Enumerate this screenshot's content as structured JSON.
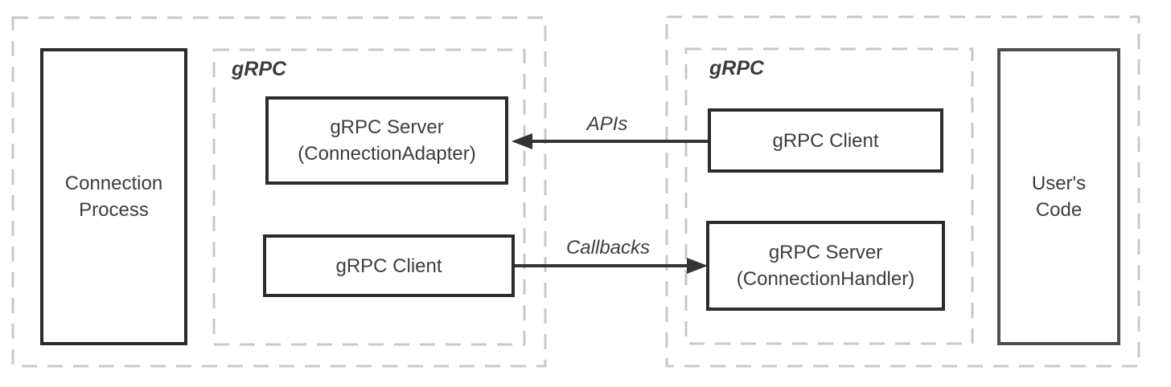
{
  "diagram": {
    "left_group": {
      "process_box": {
        "label_line1": "Connection",
        "label_line2": "Process"
      },
      "grpc_container_label": "gRPC",
      "server_box": {
        "label_line1": "gRPC Server",
        "label_line2": "(ConnectionAdapter)"
      },
      "client_box": {
        "label": "gRPC Client"
      }
    },
    "right_group": {
      "grpc_container_label": "gRPC",
      "client_box": {
        "label": "gRPC Client"
      },
      "server_box": {
        "label_line1": "gRPC Server",
        "label_line2": "(ConnectionHandler)"
      },
      "user_code_box": {
        "label_line1": "User's",
        "label_line2": "Code"
      }
    },
    "arrows": {
      "apis": {
        "label": "APIs",
        "direction": "left"
      },
      "callbacks": {
        "label": "Callbacks",
        "direction": "right"
      }
    }
  },
  "colors": {
    "background": "#ffffff",
    "dashed_border": "#c8c8c8",
    "box_border": "#2b2b2b",
    "user_code_border": "#4d4d4d",
    "arrow": "#333333",
    "text": "#3d3d3d"
  }
}
